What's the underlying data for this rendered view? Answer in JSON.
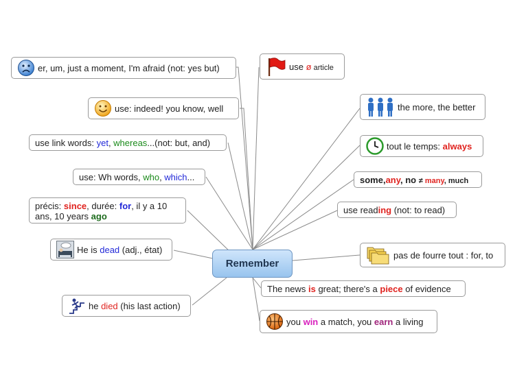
{
  "center": {
    "label": "Remember"
  },
  "left": {
    "n1": {
      "icon": "sad-face-icon",
      "text": "er, um, just a moment, I'm afraid (not: yes but)"
    },
    "n2": {
      "icon": "smiley-face-icon",
      "text": "use: indeed! you know, well"
    },
    "n3": {
      "a": "use link words: ",
      "b": "yet",
      "c": ", ",
      "d": "whereas",
      "e": "...(not: but, and)"
    },
    "n4": {
      "a": "use: Wh words, ",
      "b": "who",
      "c": ", ",
      "d": "which",
      "e": "..."
    },
    "n5": {
      "a": "précis: ",
      "b": "since",
      "c": ", durée: ",
      "d": "for",
      "e": ", il y a 10 ans, 10 years ",
      "f": "ago"
    },
    "n6": {
      "icon": "sleeping-person-icon",
      "a": "He is ",
      "b": "dead",
      "c": " (adj., état)"
    },
    "n7": {
      "icon": "falling-person-icon",
      "a": "he ",
      "b": "died",
      "c": " (his last action)"
    }
  },
  "right": {
    "r1": {
      "icon": "red-flag-icon",
      "a": "use ",
      "b": "ø",
      "c": " article"
    },
    "r2": {
      "icon": "people-icon",
      "text": "the more, the better"
    },
    "r3": {
      "icon": "clock-icon",
      "a": "tout le temps: ",
      "b": "always"
    },
    "r4": {
      "a": "some,",
      "b": "any",
      "c": ", no ",
      "d": "≠",
      "e": " many",
      "f": ", much"
    },
    "r5": {
      "a": "use read",
      "b": "ing",
      "c": " (not: to read)"
    },
    "r6": {
      "icon": "folders-icon",
      "text": "pas de fourre tout : for, to"
    },
    "r7": {
      "a": "The news ",
      "b": "is",
      "c": " great; there's a ",
      "d": "piece",
      "e": " of evidence"
    },
    "r8": {
      "icon": "basketball-icon",
      "a": "you ",
      "b": "win",
      "c": " a match, you ",
      "d": "earn",
      "e": " a living"
    }
  },
  "colors": {
    "link": "#8a8a8a",
    "center_border": "#6c95c2",
    "red": "#e0231f",
    "blue": "#2229d8",
    "green": "#1a8a1a",
    "pink": "#d81fbd"
  }
}
